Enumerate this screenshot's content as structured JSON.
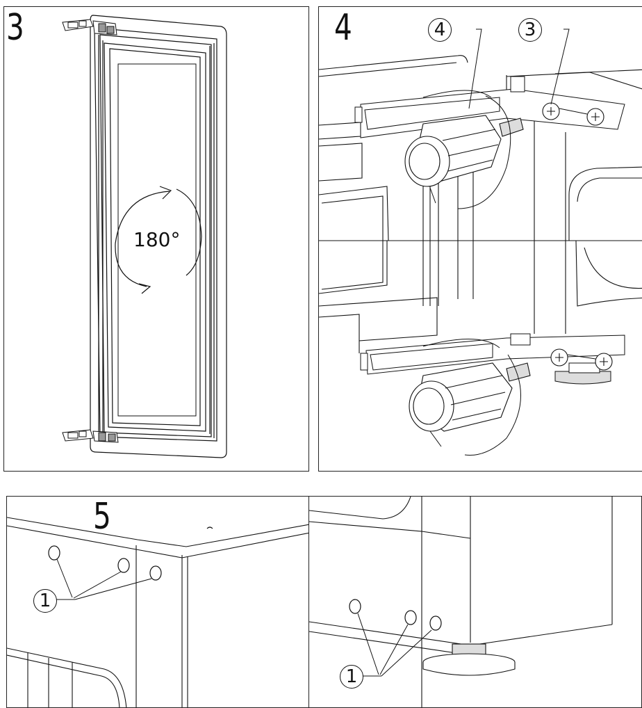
{
  "steps": {
    "step3": {
      "number": "3",
      "rotation_label": "180°"
    },
    "step4": {
      "number": "4",
      "callout_a": "4",
      "callout_b": "3"
    },
    "step5": {
      "number": "5",
      "callout_left": "1",
      "callout_right": "1"
    }
  },
  "colors": {
    "line": "#111111",
    "background": "#ffffff",
    "shade": "#dddddd"
  },
  "icons": [
    "door-panel",
    "hinge",
    "screwdriver",
    "rotation-arrow",
    "screw",
    "plug-hole",
    "leveling-foot"
  ]
}
